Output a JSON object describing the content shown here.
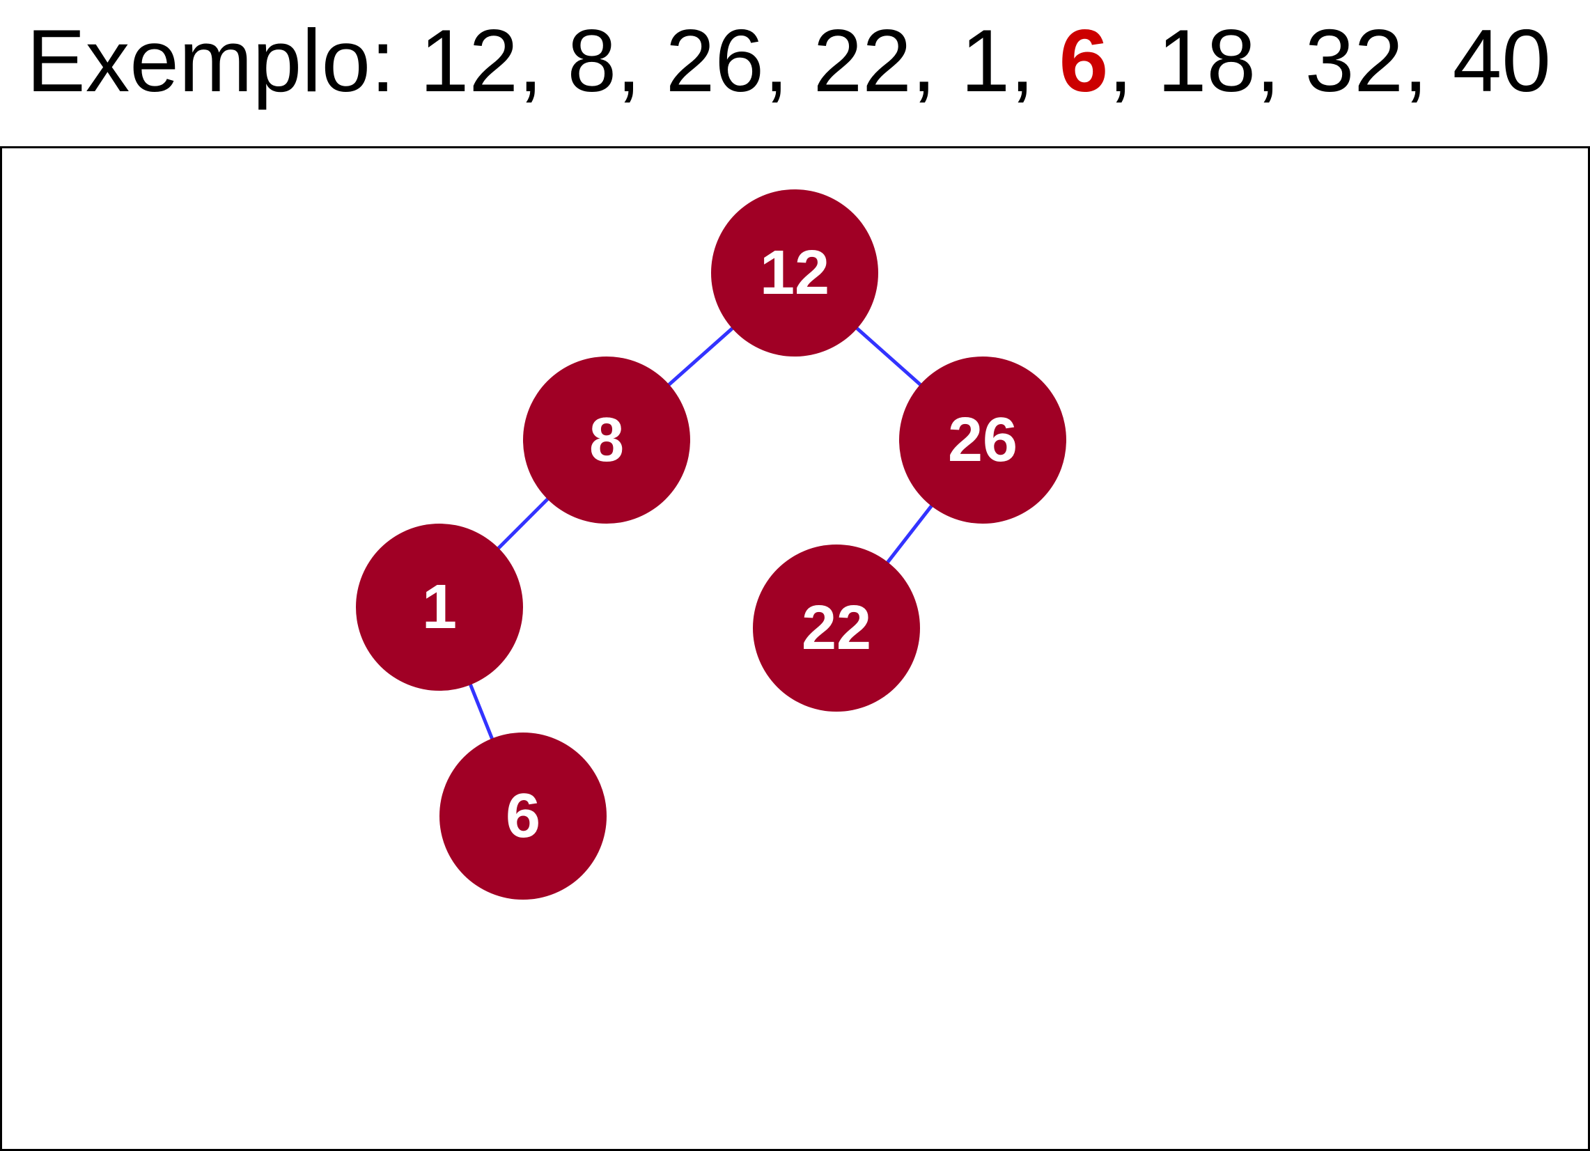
{
  "heading": {
    "prefix": "Exemplo: ",
    "sequence": [
      "12",
      "8",
      "26",
      "22",
      "1",
      "6",
      "18",
      "32",
      "40"
    ],
    "separator": ", ",
    "highlight_index": 5
  },
  "colors": {
    "heading_text": "#000000",
    "highlight_text": "#cc0000",
    "node_fill": "#a00025",
    "node_text": "#ffffff",
    "edge": "#3333ff",
    "frame_border": "#000000"
  },
  "tree": {
    "nodes": [
      {
        "id": "n12",
        "label": "12"
      },
      {
        "id": "n8",
        "label": "8"
      },
      {
        "id": "n26",
        "label": "26"
      },
      {
        "id": "n1",
        "label": "1"
      },
      {
        "id": "n22",
        "label": "22"
      },
      {
        "id": "n6",
        "label": "6"
      }
    ],
    "edges": [
      {
        "from": "n12",
        "to": "n8"
      },
      {
        "from": "n12",
        "to": "n26"
      },
      {
        "from": "n8",
        "to": "n1"
      },
      {
        "from": "n26",
        "to": "n22"
      },
      {
        "from": "n1",
        "to": "n6"
      }
    ]
  }
}
